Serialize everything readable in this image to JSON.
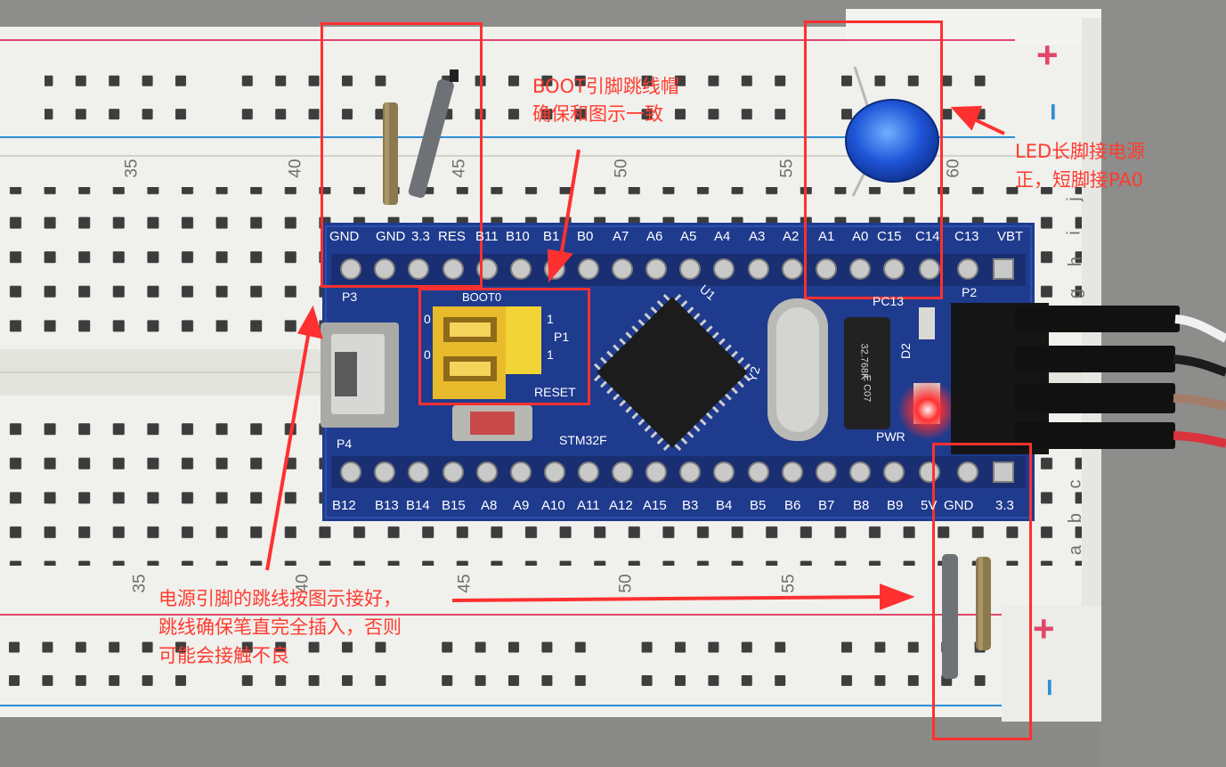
{
  "board": {
    "top_pins": [
      "GND",
      "GND",
      "3.3",
      "RES",
      "B11",
      "B10",
      "B1",
      "B0",
      "A7",
      "A6",
      "A5",
      "A4",
      "A3",
      "A2",
      "A1",
      "A0",
      "C15",
      "C14",
      "C13",
      "VBT"
    ],
    "bottom_pins": [
      "B12",
      "B13",
      "B14",
      "B15",
      "A8",
      "A9",
      "A10",
      "A11",
      "A12",
      "A15",
      "B3",
      "B4",
      "B5",
      "B6",
      "B7",
      "B8",
      "B9",
      "5V",
      "GND",
      "3.3"
    ],
    "header_top_label": "P3",
    "header_bottom_label": "P4",
    "boot_label": "BOOT0",
    "p1_label": "P1",
    "reset_label": "RESET",
    "chip_label": "STM32F",
    "pwr_label": "PWR",
    "p2_label": "P2",
    "u1_label": "U1",
    "y2_label": "Y2",
    "d2_label": "D2",
    "pc13_label": "PC13",
    "crystal_text": "32.768K",
    "crystal_text2": "E C07",
    "jumper_0a": "0",
    "jumper_0b": "0",
    "jumper_1a": "1",
    "jumper_1b": "1"
  },
  "breadboard": {
    "column_numbers_top": [
      "35",
      "40",
      "45",
      "50",
      "55",
      "60"
    ],
    "column_numbers_bottom": [
      "35",
      "40",
      "45",
      "50",
      "55"
    ],
    "row_letters": [
      "j",
      "i",
      "h",
      "g",
      "c",
      "b",
      "a"
    ],
    "rail_plus": "+",
    "rail_minus": "−"
  },
  "annotations": {
    "boot_note_line1": "BOOT引脚跳线帽",
    "boot_note_line2": "确保和图示一致",
    "led_note_line1": "LED长脚接电源",
    "led_note_line2": "正，短脚接PA0",
    "power_note_line1": "电源引脚的跳线按图示接好，",
    "power_note_line2": "跳线确保笔直完全插入，否则",
    "power_note_line3": "可能会接触不良"
  },
  "colors": {
    "annotation_red": "#ff3030",
    "pcb_blue": "#1d3a8c",
    "breadboard_white": "#f2f2ef",
    "rail_red": "#e0476a",
    "rail_blue": "#2f8fd6",
    "led_blue": "#1f56d8",
    "jumper_yellow": "#f3c21f"
  }
}
